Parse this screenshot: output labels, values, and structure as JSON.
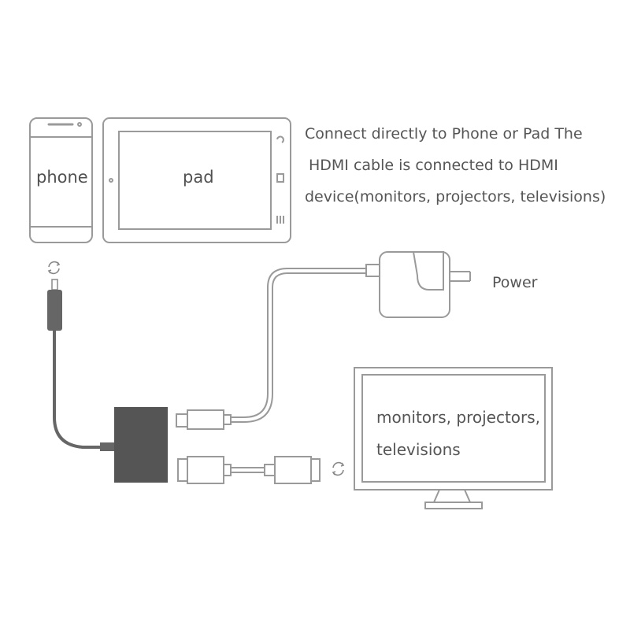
{
  "devices": {
    "phone_label": "phone",
    "pad_label": "pad"
  },
  "description": {
    "line1": "Connect directly to Phone or Pad The",
    "line2": "HDMI cable is connected to HDMI",
    "line3": "device(monitors, projectors, televisions)"
  },
  "power": {
    "label": "Power"
  },
  "display": {
    "line1": "monitors, projectors,",
    "line2": "televisions"
  },
  "icons": [
    "rotate-icon",
    "lightning-connector-icon",
    "adapter-icon",
    "power-adapter-icon",
    "hdmi-cable-icon",
    "monitor-icon"
  ],
  "colors": {
    "outline": "#9a9a9a",
    "adapter": "#555555",
    "cable_dark": "#666666",
    "text": "#555555"
  }
}
